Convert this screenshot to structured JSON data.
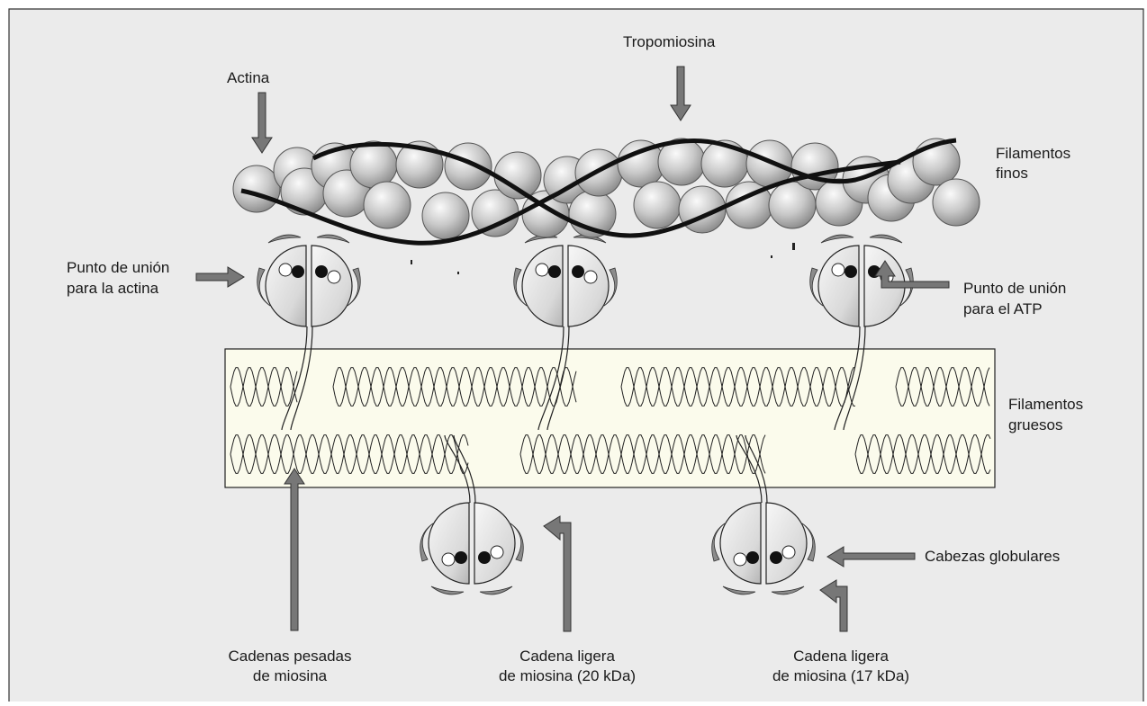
{
  "labels": {
    "actina": "Actina",
    "tropomiosina": "Tropomiosina",
    "filamentos_finos": [
      "Filamentos",
      "finos"
    ],
    "punto_union_actina": [
      "Punto de unión",
      "para la actina"
    ],
    "punto_union_atp": [
      "Punto de unión",
      "para el ATP"
    ],
    "filamentos_gruesos": [
      "Filamentos",
      "gruesos"
    ],
    "cabezas_globulares": "Cabezas globulares",
    "cadenas_pesadas": [
      "Cadenas pesadas",
      "de miosina"
    ],
    "cadena_ligera_20": [
      "Cadena ligera",
      "de miosina (20 kDa)"
    ],
    "cadena_ligera_17": [
      "Cadena ligera",
      "de miosina (17 kDa)"
    ]
  },
  "colors": {
    "panel": "#ebebeb",
    "thick_band": "#fbfbec",
    "arrow": "#6e6e6e",
    "sphere_light": "#f4f4f4",
    "sphere_dark": "#8d8d8d",
    "light_chain": "#8c8c8c"
  }
}
